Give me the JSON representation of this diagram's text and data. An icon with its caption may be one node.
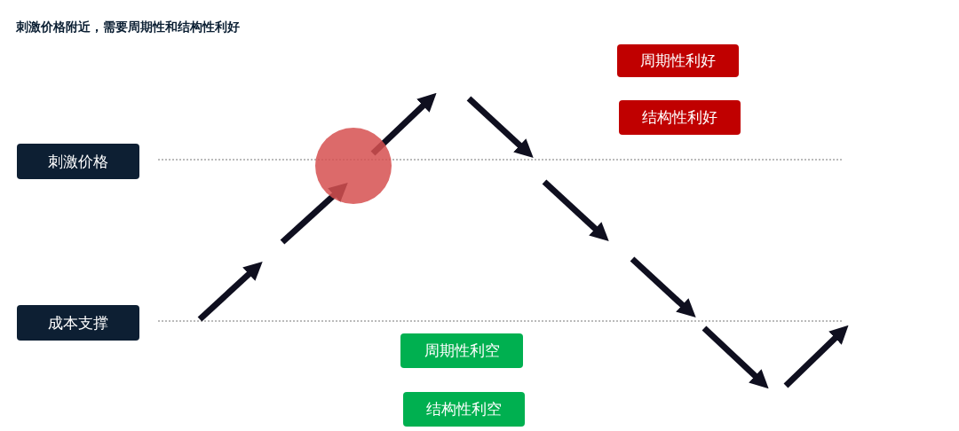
{
  "diagram": {
    "title": "刺激价格附近，需要周期性和结构性利好",
    "nodes": [
      {
        "text": [
          "周期性利好"
        ]
      },
      {
        "text": [
          "结构性利好"
        ]
      },
      {
        "text": [
          "刺激价格"
        ]
      },
      {
        "text": [
          "成本支撑"
        ]
      },
      {
        "text": [
          "周期性利空"
        ]
      },
      {
        "text": [
          "结构性利空"
        ]
      }
    ]
  }
}
